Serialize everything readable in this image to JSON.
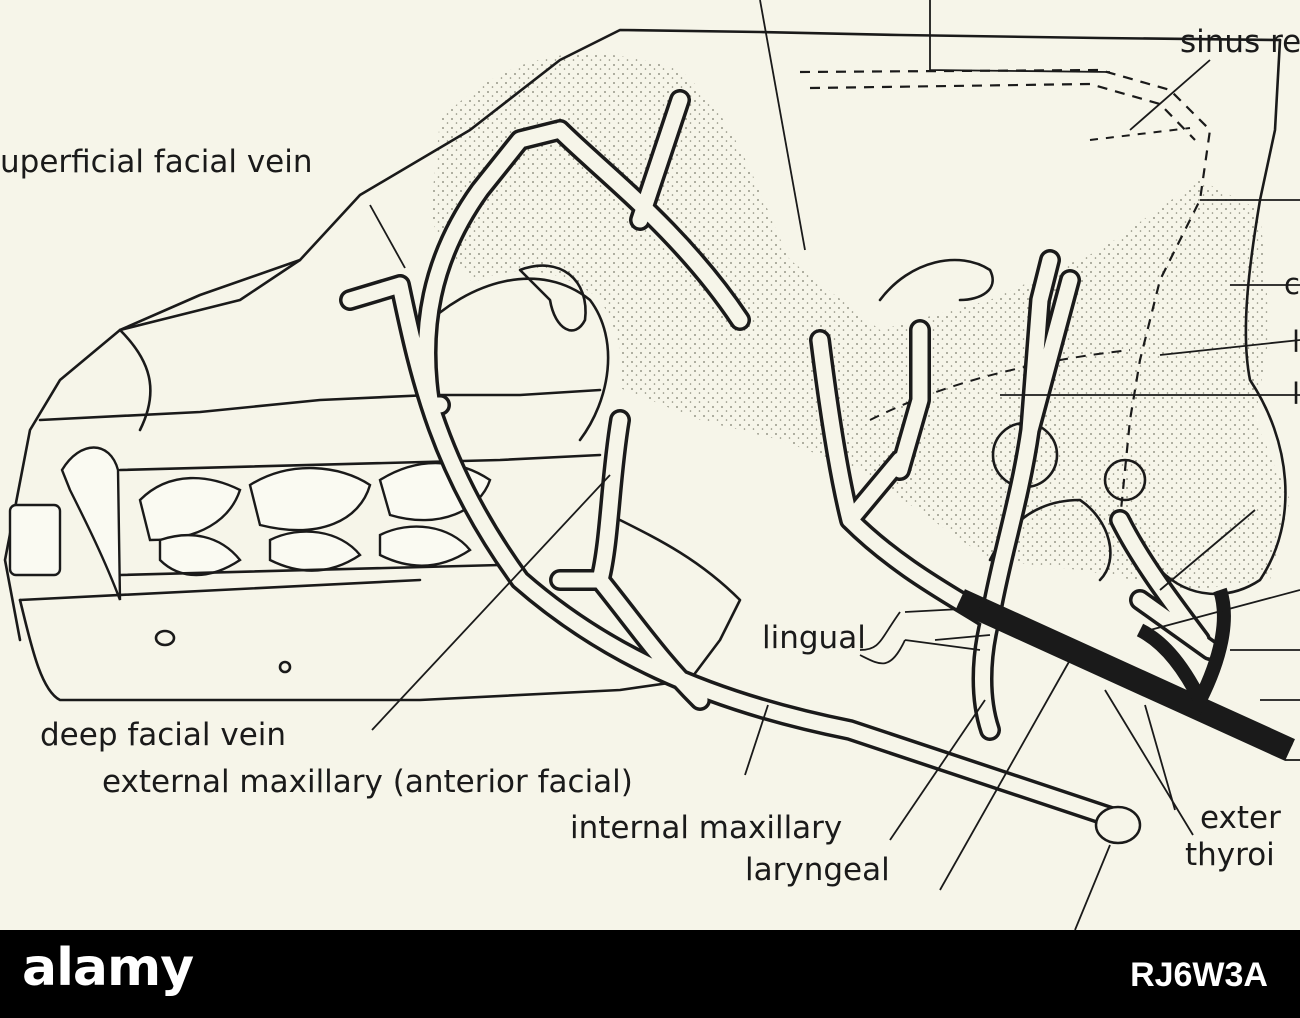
{
  "labels": {
    "sinus": "sinus re",
    "superficial_facial_vein": "uperficial facial vein",
    "lingual": "lingual",
    "deep_facial_vein": "deep facial vein",
    "external_maxillary": "external maxillary (anterior facial)",
    "internal_maxillary": "internal maxillary",
    "laryngeal": "laryngeal",
    "exter": "exter",
    "thyroid": "thyroi",
    "right_c": "c",
    "right_l1": "l",
    "right_l2": "l"
  },
  "watermark": {
    "logo": "alamy",
    "image_id": "RJ6W3A"
  },
  "colors": {
    "background": "#f6f5e9",
    "ink": "#1a1a1a",
    "stipple": "#7a7a6a",
    "watermark_bg": "#000000"
  }
}
